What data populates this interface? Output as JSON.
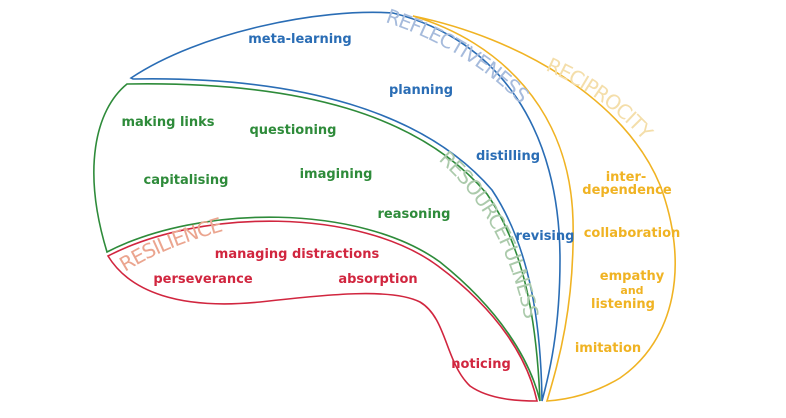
{
  "colors": {
    "reflectiveness": "#2a6db5",
    "resourcefulness": "#2e8b3a",
    "resilience": "#d1263f",
    "reciprocity": "#f0b323",
    "reflectiveness_label": "#a6bbdc",
    "resourcefulness_label": "#abcaab",
    "resilience_label": "#eba58f",
    "reciprocity_label": "#f4deaa"
  },
  "regions": {
    "reflectiveness": {
      "title": "REFLECTIVENESS",
      "items": [
        "meta-learning",
        "planning",
        "distilling",
        "revising"
      ]
    },
    "resourcefulness": {
      "title": "RESOURCEFULNESS",
      "items": [
        "making links",
        "questioning",
        "capitalising",
        "imagining",
        "reasoning"
      ]
    },
    "resilience": {
      "title": "RESILIENCE",
      "items": [
        "managing distractions",
        "perseverance",
        "absorption",
        "noticing"
      ]
    },
    "reciprocity": {
      "title": "RECIPROCITY",
      "items": [
        "inter-",
        "dependence",
        "collaboration",
        "empathy",
        "and",
        "listening",
        "imitation"
      ]
    }
  }
}
